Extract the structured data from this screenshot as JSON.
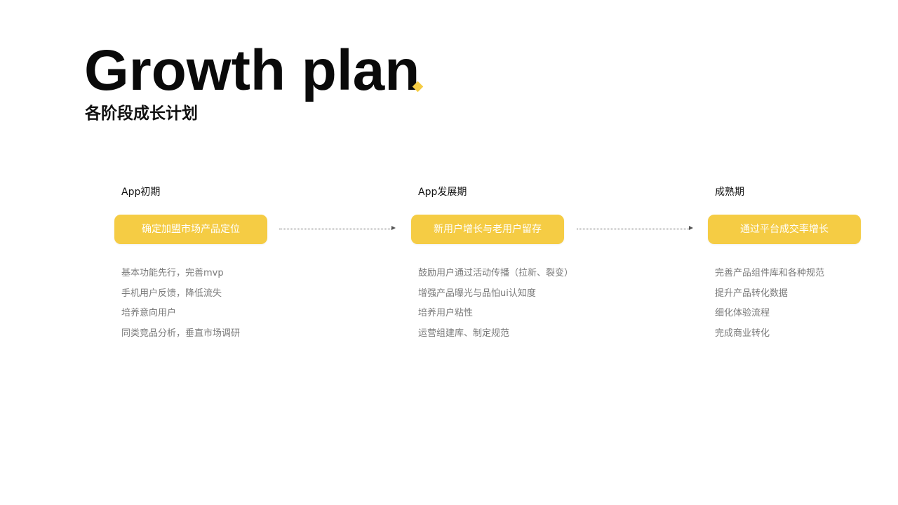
{
  "header": {
    "title": "Growth plan",
    "subtitle": "各阶段成长计划",
    "accent_color": "#f5cc44"
  },
  "phases": [
    {
      "title": "App初期",
      "goal": "确定加盟市场产品定位",
      "items": [
        "基本功能先行，完善mvp",
        "手机用户反馈，降低流失",
        "培养意向用户",
        " 同类竞品分析，垂直市场调研"
      ]
    },
    {
      "title": "App发展期",
      "goal": "新用户增长与老用户留存",
      "items": [
        "鼓励用户通过活动传播（拉新、裂变）",
        "增强产品曝光与品怕ui认知度",
        "培养用户粘性",
        "运营组建库、制定规范"
      ]
    },
    {
      "title": "成熟期",
      "goal": "通过平台成交率增长",
      "items": [
        "完善产品组件库和各种规范",
        "提升产品转化数据",
        "细化体验流程",
        "完成商业转化"
      ]
    }
  ]
}
